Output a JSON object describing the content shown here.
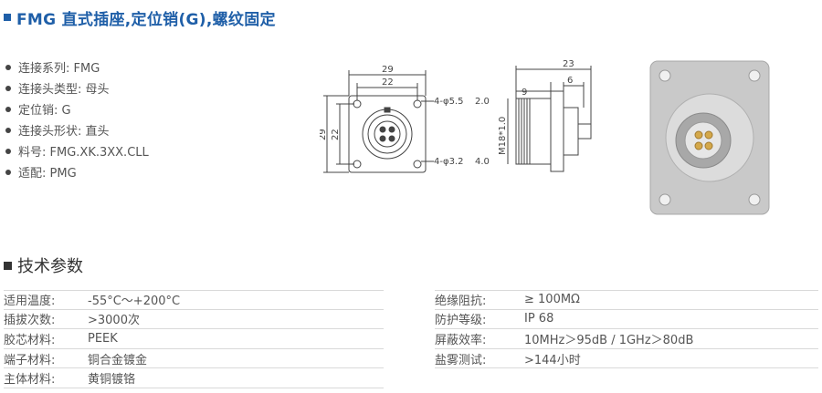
{
  "header": {
    "title": "FMG 直式插座,定位销(G),螺纹固定"
  },
  "specs": [
    {
      "label": "连接系列: FMG"
    },
    {
      "label": "连接头类型: 母头"
    },
    {
      "label": "定位销: G"
    },
    {
      "label": "连接头形状: 直头"
    },
    {
      "label": "料号: FMG.XK.3XX.CLL"
    },
    {
      "label": "适配: PMG"
    }
  ],
  "drawing": {
    "front": {
      "w_outer": "29",
      "w_inner": "22",
      "h_outer": "29",
      "h_inner": "22",
      "hole_top": "4-φ5.5",
      "hole_top_depth": "2.0",
      "hole_bottom": "4-φ3.2",
      "hole_bottom_depth": "4.0"
    },
    "side": {
      "len_total": "23",
      "len_a": "9",
      "len_b": "6",
      "thread": "M18*1.0"
    }
  },
  "section": {
    "title": "技术参数"
  },
  "params_left": [
    {
      "label": "适用温度:",
      "value": "-55°C～+200°C"
    },
    {
      "label": "插拔次数:",
      "value": ">3000次"
    },
    {
      "label": "胶芯材料:",
      "value": "PEEK"
    },
    {
      "label": "端子材料:",
      "value": "铜合金镀金"
    },
    {
      "label": "主体材料:",
      "value": "黄铜镀铬"
    }
  ],
  "params_right": [
    {
      "label": "绝缘阻抗:",
      "value": "≥ 100MΩ"
    },
    {
      "label": "防护等级:",
      "value": "IP 68"
    },
    {
      "label": "屏蔽效率:",
      "value": "10MHz＞95dB / 1GHz＞80dB"
    },
    {
      "label": "盐雾测试:",
      "value": ">144小时"
    }
  ]
}
